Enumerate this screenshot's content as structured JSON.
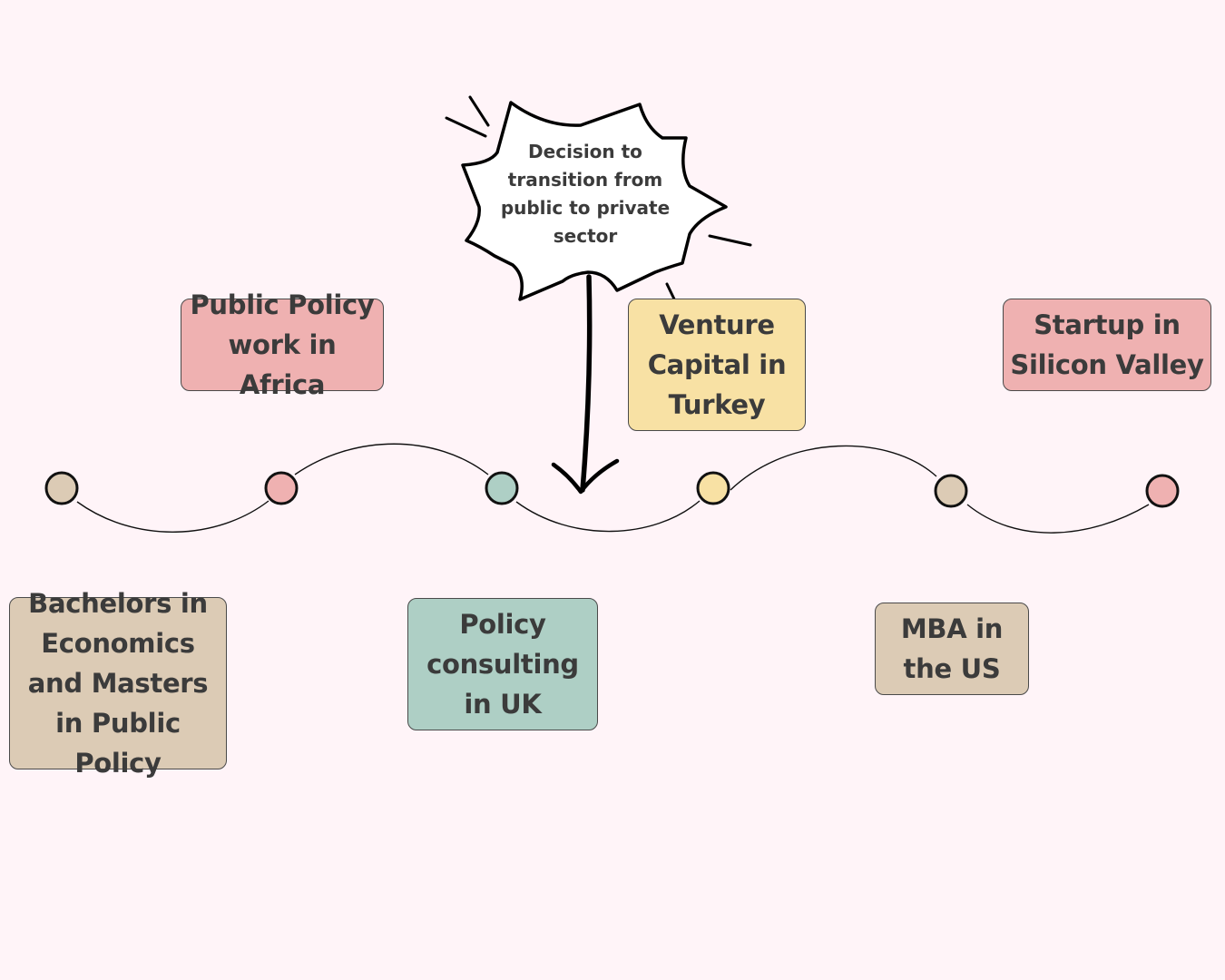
{
  "colors": {
    "background": "#fff4f8",
    "pink": "#efb1b1",
    "beige": "#dccbb5",
    "teal": "#aecfc5",
    "yellow": "#f8e1a4",
    "outline": "#111111"
  },
  "callout": {
    "text": "Decision to transition from public to private sector",
    "shape": "speech-burst",
    "arrow": "points down to timeline between Policy consulting in UK and Venture Capital in Turkey"
  },
  "milestones": [
    {
      "label": "Bachelors in Economics and Masters in Public Policy",
      "color": "beige",
      "position": "below"
    },
    {
      "label": "Public Policy work in Africa",
      "color": "pink",
      "position": "above"
    },
    {
      "label": "Policy consulting in UK",
      "color": "teal",
      "position": "below"
    },
    {
      "label": "Venture Capital in Turkey",
      "color": "yellow",
      "position": "above"
    },
    {
      "label": "MBA in the US",
      "color": "beige",
      "position": "below"
    },
    {
      "label": "Startup in Silicon Valley",
      "color": "pink",
      "position": "above"
    }
  ]
}
